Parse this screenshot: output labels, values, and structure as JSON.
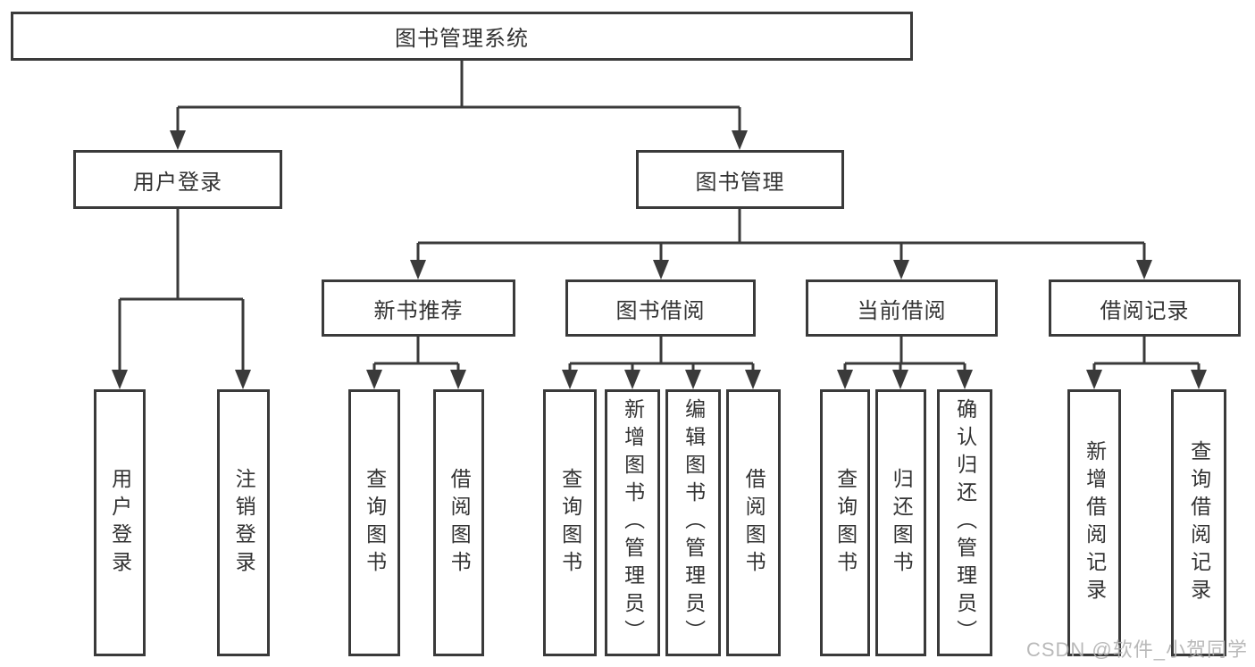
{
  "nodes": {
    "root": "图书管理系统",
    "user_login": "用户登录",
    "book_mgmt": "图书管理",
    "new_book_rec": "新书推荐",
    "book_borrow": "图书借阅",
    "current_borrow": "当前借阅",
    "borrow_record": "借阅记录",
    "leaf_user_login": "用户登录",
    "leaf_logout": "注销登录",
    "leaf_query_book_1": "查询图书",
    "leaf_borrow_book_1": "借阅图书",
    "leaf_query_book_2": "查询图书",
    "leaf_add_book": "新增图书（管理员）",
    "leaf_edit_book": "编辑图书（管理员）",
    "leaf_borrow_book_2": "借阅图书",
    "leaf_query_book_3": "查询图书",
    "leaf_return_book": "归还图书",
    "leaf_confirm_return": "确认归还（管理员）",
    "leaf_add_record": "新增借阅记录",
    "leaf_query_record": "查询借阅记录"
  },
  "watermark": "CSDN @软件_小贺同学",
  "colors": {
    "line": "#3a3a3a",
    "text": "#333333",
    "watermark_gray": "#b2b2b2",
    "background": "#ffffff"
  }
}
